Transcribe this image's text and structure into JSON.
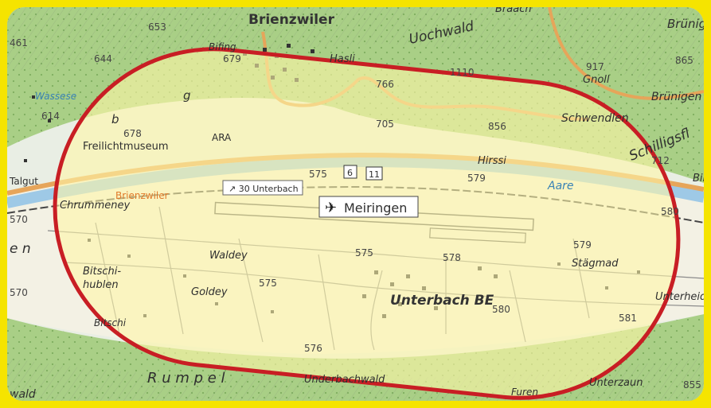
{
  "map": {
    "colors": {
      "frame": "#f5e400",
      "highlight_fill": "#fff7a8",
      "highlight_stroke": "#c81e24",
      "forest": "#a9cf86",
      "river": "#9ec9e6",
      "road": "#e6a55a",
      "rail": "#444444"
    },
    "labels": {
      "brienzwiler_top": "Brienzwiler",
      "uochwald": "Uochwald",
      "braech": "Brääch",
      "brunig": "Brünig",
      "bifing": "Bifing",
      "hasli": "Hasli",
      "gnoll": "Gnoll",
      "brunigen": "Brünigen",
      "wasseser": "Wassese",
      "freilichtmuseum": "Freilichtmuseum",
      "ara": "ARA",
      "hirssi": "Hirssi",
      "schwendlen": "Schwendlen",
      "schilligsfl": "Schilligsfl",
      "talgut": "Talgut",
      "brienzwiler_station": "Brienzwiler",
      "unterbach_sign": "30 Unterbach",
      "aare": "Aare",
      "chrummeney": "Chrummeney",
      "meiringen": "Meiringen",
      "waldey": "Waldey",
      "bitschihublen_1": "Bitschi-",
      "bitschihublen_2": "hublen",
      "goldey": "Goldey",
      "stagmad": "Stägmad",
      "unterbach_be": "Unterbach BE",
      "unterheid": "Unterheid",
      "bitschi": "Bitschi",
      "rumpel": "R u m p e l",
      "underbachwald": "Underbachwald",
      "furen": "Furen",
      "unterzaun": "Unterzaun",
      "wald": "wald",
      "en_left": "e n",
      "hwy_6": "6",
      "hwy_11": "11",
      "bir_right": "Bir",
      "g_letter": "g",
      "b_letter": "b"
    },
    "elevations": {
      "e653": "653",
      "e461": "461",
      "e644": "644",
      "e679": "679",
      "e1110": "1110",
      "e917": "917",
      "e865": "865",
      "e766": "766",
      "e678": "678",
      "e705": "705",
      "e856": "856",
      "e712": "712",
      "e575a": "575",
      "e579a": "579",
      "e580a": "580",
      "e570a": "570",
      "e575b": "575",
      "e578": "578",
      "e579b": "579",
      "e575c": "575",
      "e570b": "570",
      "e580b": "580",
      "e581": "581",
      "e576": "576",
      "e855": "855",
      "e614": "614"
    }
  }
}
